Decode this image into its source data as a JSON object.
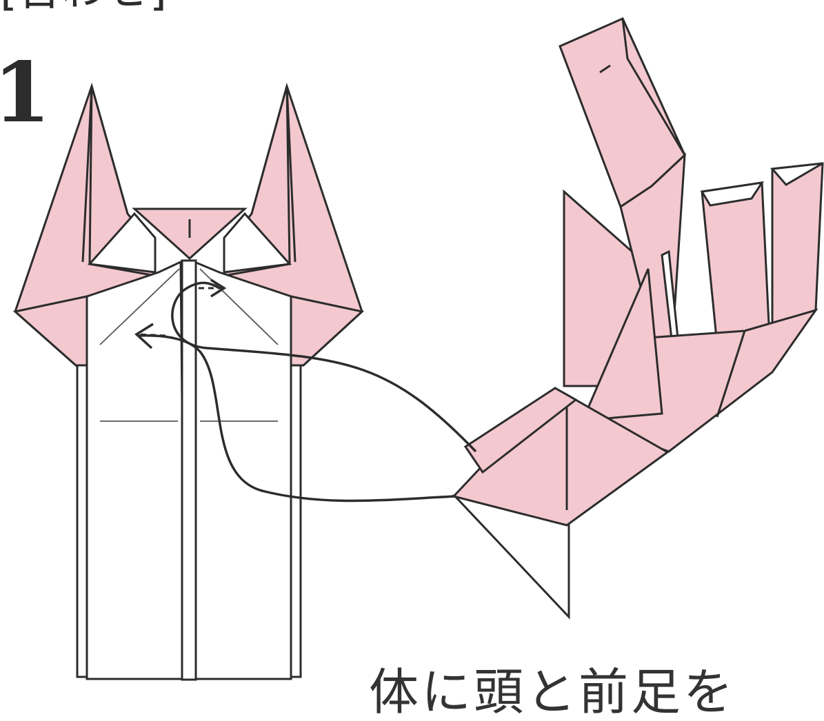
{
  "header": {
    "partial_title": "[合わせ]"
  },
  "step": {
    "number": "1"
  },
  "caption": {
    "text": "体に頭と前足を"
  },
  "colors": {
    "paper_pink": "#f3c8cf",
    "line": "#2c2c2c"
  }
}
